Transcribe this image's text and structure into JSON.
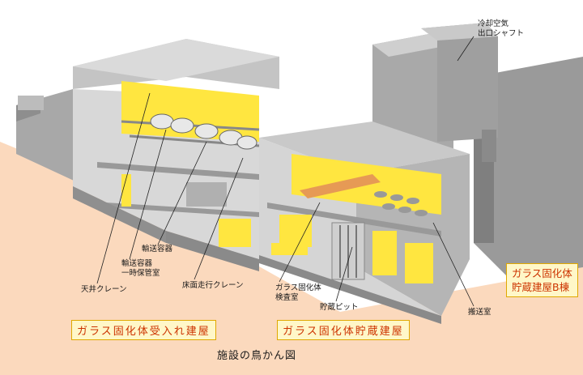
{
  "labels": {
    "cooling_shaft_1": "冷却空気",
    "cooling_shaft_2": "出口シャフト",
    "cask": "輸送容器",
    "cask_temp_1": "輸送容器",
    "cask_temp_2": "一時保管室",
    "ceiling_crane": "天井クレーン",
    "floor_crane": "床面走行クレーン",
    "inspection_1": "ガラス固化体",
    "inspection_2": "検査室",
    "storage_pit": "貯蔵ピット",
    "transfer_room": "搬送室"
  },
  "boxes": {
    "receiving_building": "ガラス固化体受入れ建屋",
    "storage_building": "ガラス固化体貯蔵建屋",
    "storage_b_1": "ガラス固化体",
    "storage_b_2": "貯蔵建屋B棟"
  },
  "caption": "施設の鳥かん図",
  "colors": {
    "ground": "#fbd9bd",
    "wall": "#bdbdbd",
    "wall_dark": "#8f8f8f",
    "roof": "#d4d4d4",
    "yellow": "#ffe640",
    "orange": "#e69a55",
    "box_bg": "#fff7c8",
    "box_text": "#cc3300"
  }
}
